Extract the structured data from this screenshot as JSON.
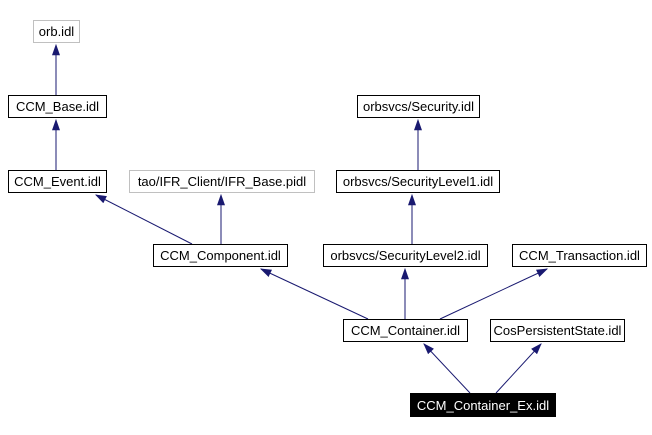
{
  "graph": {
    "type": "include-dependency-graph",
    "nodes": [
      {
        "id": "orb-idl",
        "label": "orb.idl",
        "style": "external"
      },
      {
        "id": "ccm-base-idl",
        "label": "CCM_Base.idl",
        "style": "normal"
      },
      {
        "id": "orbsvcs-security-idl",
        "label": "orbsvcs/Security.idl",
        "style": "normal"
      },
      {
        "id": "ccm-event-idl",
        "label": "CCM_Event.idl",
        "style": "normal"
      },
      {
        "id": "tao-ifr-client-ifr-base-pidl",
        "label": "tao/IFR_Client/IFR_Base.pidl",
        "style": "external"
      },
      {
        "id": "orbsvcs-securitylevel1-idl",
        "label": "orbsvcs/SecurityLevel1.idl",
        "style": "normal"
      },
      {
        "id": "ccm-component-idl",
        "label": "CCM_Component.idl",
        "style": "normal"
      },
      {
        "id": "orbsvcs-securitylevel2-idl",
        "label": "orbsvcs/SecurityLevel2.idl",
        "style": "normal"
      },
      {
        "id": "ccm-transaction-idl",
        "label": "CCM_Transaction.idl",
        "style": "normal"
      },
      {
        "id": "ccm-container-idl",
        "label": "CCM_Container.idl",
        "style": "normal"
      },
      {
        "id": "cospersistentstate-idl",
        "label": "CosPersistentState.idl",
        "style": "normal"
      },
      {
        "id": "ccm-container-ex-idl",
        "label": "CCM_Container_Ex.idl",
        "style": "current"
      }
    ],
    "edges": [
      {
        "from": "CCM_Base.idl",
        "to": "orb.idl"
      },
      {
        "from": "CCM_Event.idl",
        "to": "CCM_Base.idl"
      },
      {
        "from": "orbsvcs/SecurityLevel1.idl",
        "to": "orbsvcs/Security.idl"
      },
      {
        "from": "CCM_Component.idl",
        "to": "CCM_Event.idl"
      },
      {
        "from": "CCM_Component.idl",
        "to": "tao/IFR_Client/IFR_Base.pidl"
      },
      {
        "from": "orbsvcs/SecurityLevel2.idl",
        "to": "orbsvcs/SecurityLevel1.idl"
      },
      {
        "from": "CCM_Container.idl",
        "to": "CCM_Component.idl"
      },
      {
        "from": "CCM_Container.idl",
        "to": "orbsvcs/SecurityLevel2.idl"
      },
      {
        "from": "CCM_Container.idl",
        "to": "CCM_Transaction.idl"
      },
      {
        "from": "CCM_Container_Ex.idl",
        "to": "CCM_Container.idl"
      },
      {
        "from": "CCM_Container_Ex.idl",
        "to": "CosPersistentState.idl"
      }
    ],
    "colors": {
      "edge": "#191970",
      "node_border": "#000000",
      "external_node_border": "#c0c0c0",
      "node_background": "#ffffff",
      "node_text": "#000000",
      "current_node_background": "#000000",
      "current_node_text": "#ffffff",
      "background": "#ffffff"
    }
  }
}
